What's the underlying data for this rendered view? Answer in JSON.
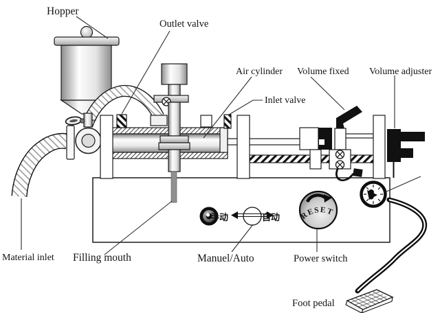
{
  "diagram": {
    "description": "Pneumatic liquid filling machine schematic",
    "labels": {
      "hopper": "Hopper",
      "outlet_valve": "Outlet valve",
      "air_cylinder": "Air cylinder",
      "volume_fixed": "Volume fixed",
      "volume_adjuster": "Volume adjuster",
      "inlet_valve": "Inlet valve",
      "material_inlet": "Material inlet",
      "filling_mouth": "Filling mouth",
      "manuel_auto": "Manuel/Auto",
      "power_switch": "Power switch",
      "foot_pedal": "Foot pedal"
    },
    "controls": {
      "reset_button": "RESET",
      "manual_cn": "手动",
      "auto_cn": "自动"
    },
    "icons": {
      "reset_arrow": "clockwise-arrow",
      "valve_cross": "circled-x-fitting",
      "gauge_needle": "dial-pointer"
    },
    "colors": {
      "background": "#ffffff",
      "ink": "#1a1a1a",
      "metal_light": "#f5f5f5",
      "metal_dark": "#8f8f8f",
      "nozzle_gray": "#909090",
      "hose_hatch": "#979797"
    }
  }
}
